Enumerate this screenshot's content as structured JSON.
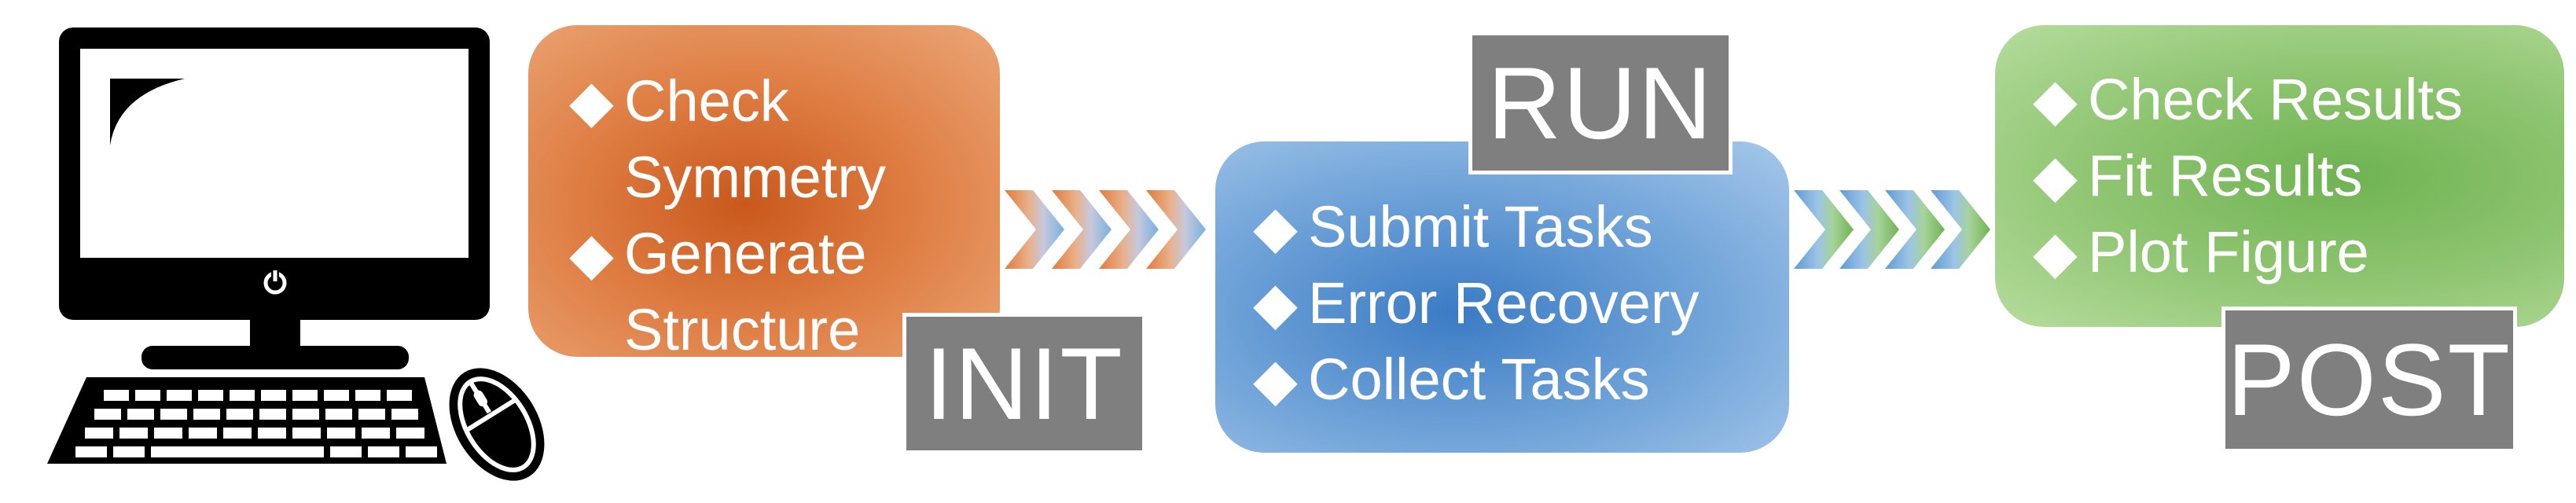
{
  "stages": [
    {
      "id": "init",
      "label": "INIT",
      "items": [
        {
          "bullet": "◆",
          "text": "Check"
        },
        {
          "bullet": "",
          "text": "Symmetry"
        },
        {
          "bullet": "◆",
          "text": "Generate"
        },
        {
          "bullet": "",
          "text": "Structure"
        }
      ],
      "color": "#df7e44"
    },
    {
      "id": "run",
      "label": "RUN",
      "items": [
        {
          "bullet": "◆",
          "text": "Submit Tasks"
        },
        {
          "bullet": "◆",
          "text": "Error Recovery"
        },
        {
          "bullet": "◆",
          "text": "Collect Tasks"
        }
      ],
      "color": "#6ea2d8"
    },
    {
      "id": "post",
      "label": "POST",
      "items": [
        {
          "bullet": "◆",
          "text": "Check Results"
        },
        {
          "bullet": "◆",
          "text": "Fit Results"
        },
        {
          "bullet": "◆",
          "text": "Plot Figure"
        }
      ],
      "color": "#8fc571"
    }
  ],
  "icons": {
    "computer": "desktop-computer-icon",
    "power": "power-icon",
    "keyboard": "keyboard-icon",
    "mouse": "mouse-icon"
  },
  "colors": {
    "label_bg": "#7f7f7f",
    "arrow_1": [
      "#e07a3c",
      "#e9b08a",
      "#c7c9dd",
      "#7ab0e0"
    ],
    "arrow_2": [
      "#5f9ad6",
      "#9cc4e6",
      "#a7d39a",
      "#6fb352"
    ]
  }
}
